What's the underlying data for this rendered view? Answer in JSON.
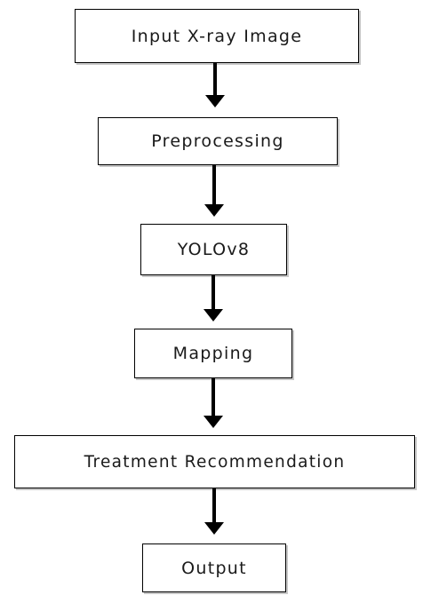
{
  "flowchart": {
    "steps": [
      {
        "label": "Input X-ray Image"
      },
      {
        "label": "Preprocessing"
      },
      {
        "label": "YOLOv8"
      },
      {
        "label": "Mapping"
      },
      {
        "label": "Treatment Recommendation"
      },
      {
        "label": "Output"
      }
    ],
    "colors": {
      "box_border": "#000000",
      "box_fill": "#ffffff",
      "arrow": "#000000",
      "text": "#1a1a1a"
    },
    "icons": [
      "down-arrow-icon"
    ]
  }
}
